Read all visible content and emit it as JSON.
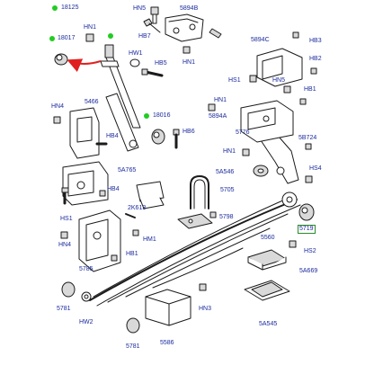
{
  "colors": {
    "label": "#1a2a9c",
    "line": "#1b1b1b",
    "part_fill": "#ffffff",
    "part_shade": "#d9d9d9",
    "green_dot": "#22cc22",
    "highlight_box": "#2a8a2a",
    "arrow": "#e02020"
  },
  "labels": {
    "p18125": "18125",
    "hn5": "HN5",
    "p5894b": "5894B",
    "hb7": "HB7",
    "hn1_top": "HN1",
    "hn1_mid": "HN1",
    "p18017": "18017",
    "hw1_top": "HW1",
    "hb5": "HB5",
    "p5894c": "5894C",
    "hb3": "HB3",
    "hb2": "HB2",
    "hs1_top": "HS1",
    "hn5_right": "HN5",
    "hb1": "HB1",
    "p5466": "5466",
    "hn4": "HN4",
    "p18016": "18016",
    "hn1_right": "HN1",
    "p5894a": "5894A",
    "hb6": "HB6",
    "hb4": "HB4",
    "p5776": "5776",
    "p5b724": "5B724",
    "p5a765": "5A765",
    "hn1_r2": "HN1",
    "hs4": "HS4",
    "p5a546": "5A546",
    "hb4_left": "HB4",
    "p2k613": "2K613",
    "p5705": "5705",
    "p5719": "5719",
    "hs1_left": "HS1",
    "p5798": "5798",
    "hn4_left": "HN4",
    "hm1": "HM1",
    "p5560": "5560",
    "hs2": "HS2",
    "hb1_left": "HB1",
    "p5a669": "5A669",
    "p5785": "5785",
    "p5781_left": "5781",
    "hw2": "HW2",
    "hn3": "HN3",
    "p5a545": "5A545",
    "p5781_bottom": "5781",
    "p5586": "5586"
  }
}
